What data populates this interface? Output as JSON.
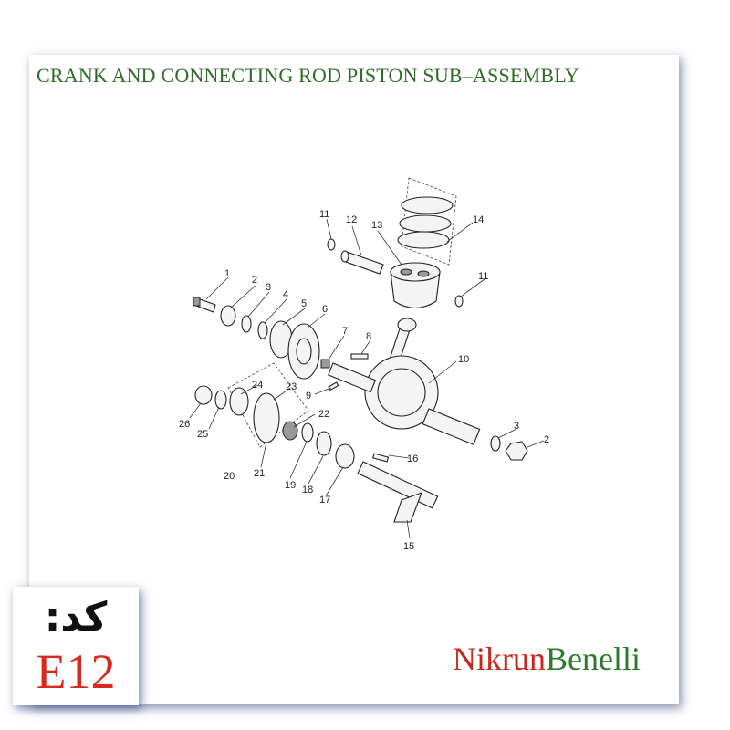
{
  "title": "CRANK AND CONNECTING ROD PISTON SUB–ASSEMBLY",
  "code": {
    "label": "کد:",
    "value": "E12"
  },
  "brand": {
    "part1": "Nikrun",
    "part2": "Benelli",
    "color1": "#c8281e",
    "color2": "#2f7a2a"
  },
  "title_color": "#2f6a2a",
  "callouts": {
    "c1": "1",
    "c2a": "2",
    "c3a": "3",
    "c4": "4",
    "c5": "5",
    "c6": "6",
    "c7": "7",
    "c8": "8",
    "c9": "9",
    "c10": "10",
    "c11a": "11",
    "c12": "12",
    "c13": "13",
    "c14": "14",
    "c11b": "11",
    "c3b": "3",
    "c2b": "2",
    "c16": "16",
    "c15": "15",
    "c17": "17",
    "c18": "18",
    "c19": "19",
    "c20": "20",
    "c21": "21",
    "c22": "22",
    "c23": "23",
    "c24": "24",
    "c25": "25",
    "c26": "26"
  }
}
